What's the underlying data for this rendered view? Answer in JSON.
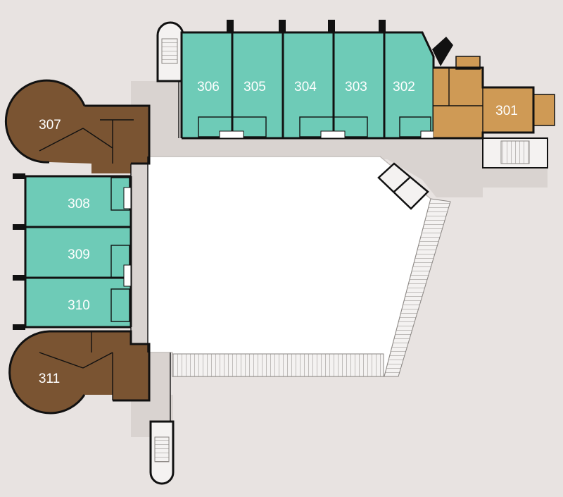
{
  "colors": {
    "background": "#e8e3e1",
    "corridor": "#d9d3d0",
    "teal_room": "#6ecbb7",
    "brown_room": "#7a5432",
    "amber_room": "#cf9a55",
    "atrium": "#ffffff",
    "wall": "#111111"
  },
  "rooms": {
    "r301": {
      "label": "301",
      "type": "amber"
    },
    "r302": {
      "label": "302",
      "type": "teal"
    },
    "r303": {
      "label": "303",
      "type": "teal"
    },
    "r304": {
      "label": "304",
      "type": "teal"
    },
    "r305": {
      "label": "305",
      "type": "teal"
    },
    "r306": {
      "label": "306",
      "type": "teal"
    },
    "r307": {
      "label": "307",
      "type": "brown"
    },
    "r308": {
      "label": "308",
      "type": "teal"
    },
    "r309": {
      "label": "309",
      "type": "teal"
    },
    "r310": {
      "label": "310",
      "type": "teal"
    },
    "r311": {
      "label": "311",
      "type": "brown"
    }
  }
}
